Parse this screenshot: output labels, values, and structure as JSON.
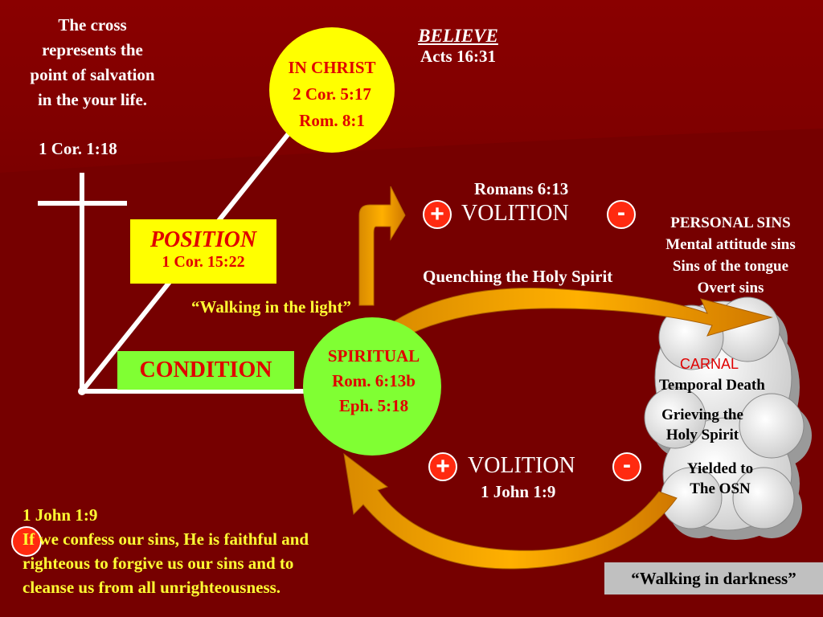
{
  "intro": {
    "line1": "The cross",
    "line2": "represents the",
    "line3": "point of salvation",
    "line4": "in the your life.",
    "ref": "1 Cor. 1:18"
  },
  "believe": {
    "title": "BELIEVE",
    "ref": "Acts 16:31"
  },
  "in_christ": {
    "title": "IN CHRIST",
    "ref1": "2 Cor. 5:17",
    "ref2": "Rom. 8:1"
  },
  "position": {
    "title": "POSITION",
    "ref": "1 Cor. 15:22"
  },
  "condition": {
    "title": "CONDITION"
  },
  "walking_light": "“Walking in the light”",
  "spiritual": {
    "title": "SPIRITUAL",
    "ref1": "Rom. 6:13b",
    "ref2": "Eph. 5:18"
  },
  "volition_top": {
    "ref": "Romans 6:13",
    "label": "VOLITION",
    "plus": "+",
    "minus": "-"
  },
  "quenching": "Quenching the Holy Spirit",
  "personal_sins": {
    "title": "PERSONAL SINS",
    "items": [
      "Mental attitude sins",
      "Sins of the tongue",
      "Overt sins"
    ]
  },
  "carnal": {
    "title": "CARNAL",
    "line1": "Temporal Death",
    "line2": "Grieving the",
    "line3": "Holy Spirit",
    "line4": "Yielded to",
    "line5": "The OSN"
  },
  "volition_bottom": {
    "label": "VOLITION",
    "ref": "1 John 1:9",
    "plus": "+",
    "minus": "-"
  },
  "confess": {
    "ref": "1 John 1:9",
    "line1": "If we confess our sins, He is faithful and",
    "line2": "righteous to forgive us our sins and to",
    "line3": "cleanse us from all unrighteousness."
  },
  "walking_darkness": "“Walking in darkness”",
  "colors": {
    "background": "#7a0000",
    "yellow": "#ffff00",
    "green": "#80ff33",
    "orange": "#ffa500",
    "red_button": "#ff2a10"
  }
}
